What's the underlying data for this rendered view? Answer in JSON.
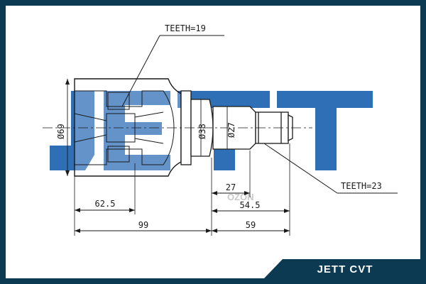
{
  "colors": {
    "frame": "#0b3a52",
    "watermark_blue": "#2f6fb6",
    "line": "#1a1a1a",
    "background": "#ffffff",
    "brand_text": "#ffffff"
  },
  "brand": {
    "label": "JETT CVT",
    "watermark_logo": "JETT",
    "faint_watermark": "OZON"
  },
  "annotations": {
    "teeth_outer": "TEETH=19",
    "teeth_inner": "TEETH=23"
  },
  "diameters": {
    "outer": "Ø69",
    "mid": "Ø38",
    "shaft": "Ø27"
  },
  "dimensions": {
    "d1": "62.5",
    "d2": "27",
    "d3": "54.5",
    "d4": "99",
    "d5": "59"
  }
}
